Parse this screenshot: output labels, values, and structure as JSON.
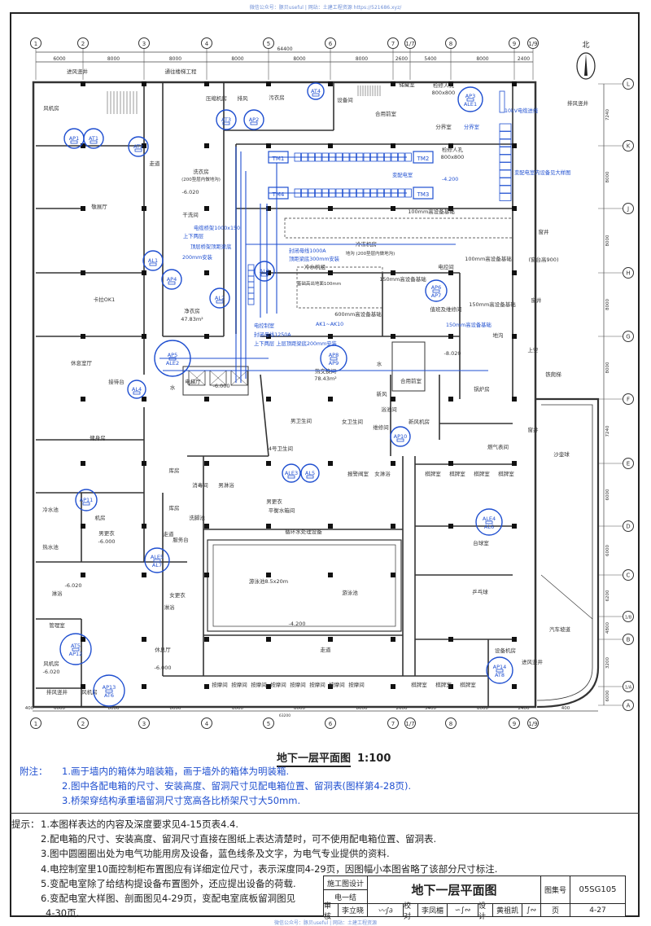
{
  "watermark_top": "微信公众号：豚贝useful | 网站：土建工程资源 https://521686.xyz/",
  "watermark_bottom": "微信公众号：豚贝useful | 网站：土建工程资源",
  "compass_label": "北",
  "grid_cols": [
    "1",
    "2",
    "3",
    "4",
    "5",
    "6",
    "7",
    "1/7",
    "8",
    "9",
    "1/9"
  ],
  "grid_rows": [
    "L",
    "K",
    "J",
    "H",
    "G",
    "F",
    "E",
    "D",
    "C",
    "1/B",
    "B",
    "1/A",
    "A"
  ],
  "total_dim_top": "64400",
  "dims_top": [
    "6000",
    "8000",
    "8000",
    "8000",
    "8000",
    "8000",
    "2600",
    "5400",
    "8000",
    "2400"
  ],
  "total_dim_bottom": "63200",
  "dims_bottom": [
    "400",
    "6000",
    "8000",
    "8000",
    "8000",
    "8000",
    "8000",
    "2600",
    "5400",
    "8000",
    "2400",
    "400"
  ],
  "dims_right": [
    "7240",
    "8000",
    "8000",
    "8000",
    "8000",
    "7240",
    "6000",
    "6000",
    "6200",
    "4800",
    "3200",
    "6000",
    "1800"
  ],
  "rooms": [
    "进风竖井",
    "通往楼梯工程",
    "风机房",
    "污衣房",
    "压缩机房",
    "排风",
    "设备间",
    "合用前室",
    "分界室",
    "洗衣房",
    "(200垫层内做地沟)",
    "-6.020",
    "干洗间",
    "走道",
    "敬展厅",
    "卡拉OK1",
    "净衣房",
    "47.83m²",
    "休息室厅",
    "接待台",
    "电梯厅",
    "-6.000",
    "健身房",
    "冷水池",
    "热水池",
    "机房",
    "男更衣",
    "-6.000",
    "淋浴",
    "-6.020",
    "管理室",
    "风机房",
    "-6.020",
    "休息厅",
    "-6.000",
    "排风竖井",
    "风机房",
    "库房",
    "消毒间",
    "库房",
    "洗脚池",
    "走道",
    "男淋浴",
    "男更衣",
    "平衡水箱间",
    "循环水处理设备",
    "服务台",
    "女更衣",
    "淋浴",
    "游泳池8.5x20m",
    "游泳池",
    "-4.200",
    "走道",
    "按摩间",
    "按摩间",
    "按摩间",
    "按摩间",
    "按摩间",
    "按摩间",
    "按摩间",
    "按摩间",
    "冷冻机房",
    "地沟 (200垫层内做地沟)",
    "冷水机组",
    "基础高出地面100mm",
    "600mm高设备基础",
    "100mm高设备基础",
    "100mm高设备基础",
    "150mm高设备基础",
    "电控间",
    "值班及维修间",
    "150mm高设备基础",
    "地沟",
    "窗井",
    "(窗台高900)",
    "窗井",
    "锅炉房",
    "上空",
    "-8.020",
    "检修人孔",
    "800x800",
    "检修人孔",
    "800x800",
    "排风竖井",
    "储藏室",
    "新风机房",
    "燃气表间",
    "铁爬梯",
    "窗井",
    "沙壶球",
    "报警阀室",
    "女淋浴",
    "棋牌室",
    "棋牌室",
    "棋牌室",
    "棋牌室",
    "台球室",
    "乒乓球",
    "汽车坡道",
    "设备机房",
    "进风竖井",
    "棋牌室",
    "棋牌室",
    "棋牌室",
    "男卫生间",
    "女卫生间",
    "4号卫生间",
    "浴池间",
    "水",
    "新风",
    "合用前室",
    "维修间",
    "热交换间",
    "78.43m²",
    "水"
  ],
  "elec_text": [
    "TM1",
    "TM2",
    "TM3",
    "TM4",
    "变配电室",
    "-4.200",
    "分界室",
    "10kV电缆进线",
    "变配电室内设备见大样图",
    "电缆桥架1000x150",
    "上下两层",
    "顶层桥架顶距梁底",
    "200mm安装",
    "封闭母线1000A",
    "顶距梁底300mm安装",
    "电控制室",
    "封闭母线1250A",
    "上下两层  上层顶距梁底200mm安装",
    "AK1~AK10",
    "150mm高设备基础"
  ],
  "panels": [
    "AT4",
    "AP2",
    "AT3",
    "AP1",
    "AT1",
    "AT2",
    "AL1",
    "AP4",
    "AL2",
    "AL3",
    "AP5 ALE2",
    "AP3 ALE1",
    "AP6 AP7",
    "AP8 AP9",
    "AL4",
    "AP10",
    "ALE3",
    "AL5",
    "AP11",
    "ALE5 AL7",
    "AT5 AP12",
    "AP13 AT6",
    "ALE4 AL6",
    "AP14 AT8"
  ],
  "drawing_title": "地下一层平面图",
  "drawing_scale": "1:100",
  "notes_label": "附注：",
  "notes": [
    "1.画于墙内的箱体为暗装箱，画于墙外的箱体为明装箱.",
    "2.图中各配电箱的尺寸、安装高度、留洞尺寸见配电箱位置、留洞表(图样第4-28页).",
    "3.桥架穿结构承重墙留洞尺寸宽高各比桥架尺寸大50mm."
  ],
  "tips_label": "提示：",
  "tips": [
    "1.本图样表达的内容及深度要求见4-15页表4.4.",
    "2.配电箱的尺寸、安装高度、留洞尺寸直接在图纸上表达清楚时，可不使用配电箱位置、留洞表.",
    "3.图中圆圈圈出处为电气功能用房及设备，蓝色线条及文字，为电气专业提供的资料.",
    "4.电控制室里10面控制柜布置图应有详细定位尺寸，表示深度同4-29页，因图幅小本图省略了该部分尺寸标注.",
    "5.变配电室除了给结构提设备布置图外，还应提出设备的荷载.",
    "6.变配电室大样图、剖面图见4-29页，变配电室底板留洞图见",
    "  4-30页."
  ],
  "title_block": {
    "stage": "施工图设计",
    "discipline": "电一结",
    "sheet_title": "地下一层平面图",
    "atlas_label": "图集号",
    "atlas_no": "05SG105",
    "review_label": "审核",
    "reviewer": "李立晓",
    "check_label": "校对",
    "checker": "李凤楣",
    "design_label": "设计",
    "designer": "黄祖凯",
    "page_label": "页",
    "page_no": "4-27"
  },
  "colors": {
    "electrical": "#1f4fd0",
    "line": "#333333"
  }
}
